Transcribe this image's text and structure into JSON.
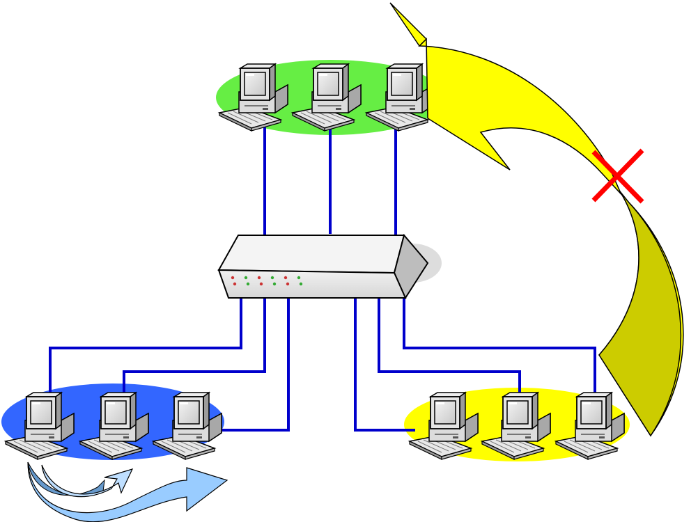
{
  "diagram": {
    "groups": [
      {
        "id": "top",
        "color": "#66ee44",
        "computers": 3
      },
      {
        "id": "left",
        "color": "#3366ff",
        "computers": 3
      },
      {
        "id": "right",
        "color": "#ffff00",
        "computers": 3
      }
    ],
    "switch": {
      "port_lights": 12
    },
    "link_color": "#0000cc",
    "arrows": [
      {
        "id": "blocked-arrow",
        "from": "right",
        "to": "top",
        "color": "#ffff00",
        "shade": "#cccc00",
        "blocked": true
      },
      {
        "id": "local-arrows",
        "within": "left",
        "color": "#99ccff",
        "shade": "#6699cc",
        "blocked": false
      }
    ],
    "block_mark": {
      "icon": "x-mark-icon",
      "color": "#ff0000"
    },
    "icons": {
      "computer": "desktop-computer-icon",
      "switch": "network-switch-icon"
    }
  }
}
